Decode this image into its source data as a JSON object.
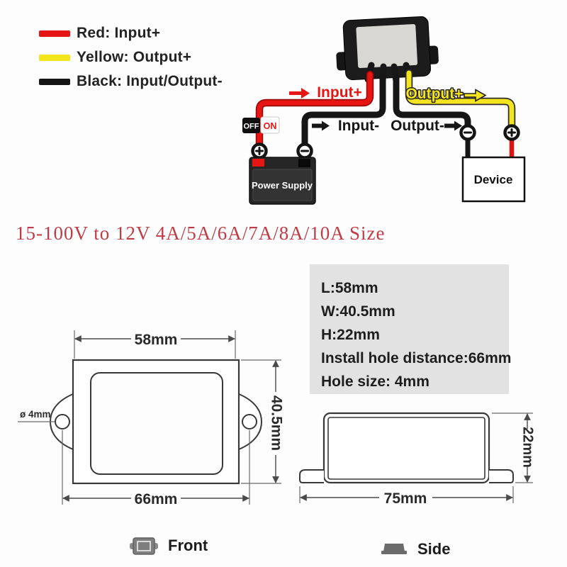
{
  "title": "15-100V to 12V 4A/5A/6A/7A/8A/10A Size",
  "colors": {
    "wire_red": "#e41513",
    "wire_yellow": "#f3e41c",
    "wire_black": "#151515",
    "title_red": "#bf3c46",
    "spec_box_bg": "#e2e2e2"
  },
  "legend": {
    "items": [
      {
        "color": "#e41513",
        "label": "Red: Input+"
      },
      {
        "color": "#f3e41c",
        "label": "Yellow: Output+"
      },
      {
        "color": "#151515",
        "label": "Black: Input/Output-"
      }
    ]
  },
  "wiring": {
    "input_plus": "Input+",
    "output_plus": "Output+",
    "input_minus": "Input-",
    "output_minus": "Output-",
    "switch_off": "OFF",
    "switch_on": "ON",
    "power_supply": "Power Supply",
    "device": "Device"
  },
  "specs": {
    "lines": [
      "L:58mm",
      "W:40.5mm",
      "H:22mm",
      "Install hole distance:66mm",
      "Hole size: 4mm"
    ]
  },
  "front_view": {
    "top_width": "58mm",
    "height": "40.5mm",
    "hole_distance": "66mm",
    "hole_size": "ø 4mm",
    "caption": "Front"
  },
  "side_view": {
    "length": "75mm",
    "height": "22mm",
    "caption": "Side"
  }
}
